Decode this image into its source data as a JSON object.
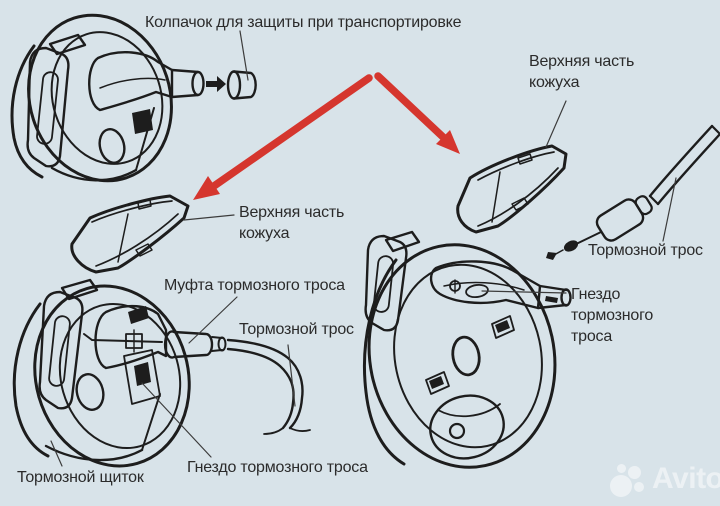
{
  "colors": {
    "bg": "#d8e3e9",
    "ink": "#1d1d1d",
    "arrow": "#d5362e",
    "label": "#2b2b2b",
    "watermark": "#ffffff"
  },
  "figure": {
    "labels": {
      "transport_cap": "Колпачок для защиты при транспортировке",
      "upper_housing_right": "Верхняя часть кожуха",
      "upper_housing_left": "Верхняя часть кожуха",
      "cable_coupling": "Муфта тормозного троса",
      "brake_cable_left": "Тормозной трос",
      "brake_cable_right": "Тормозной трос",
      "cable_socket_right": "Гнездо тормозного троса",
      "cable_socket_bottom": "Гнездо тормозного троса",
      "brake_shield": "Тормозной щиток"
    }
  },
  "watermark": {
    "brand": "Avito"
  }
}
